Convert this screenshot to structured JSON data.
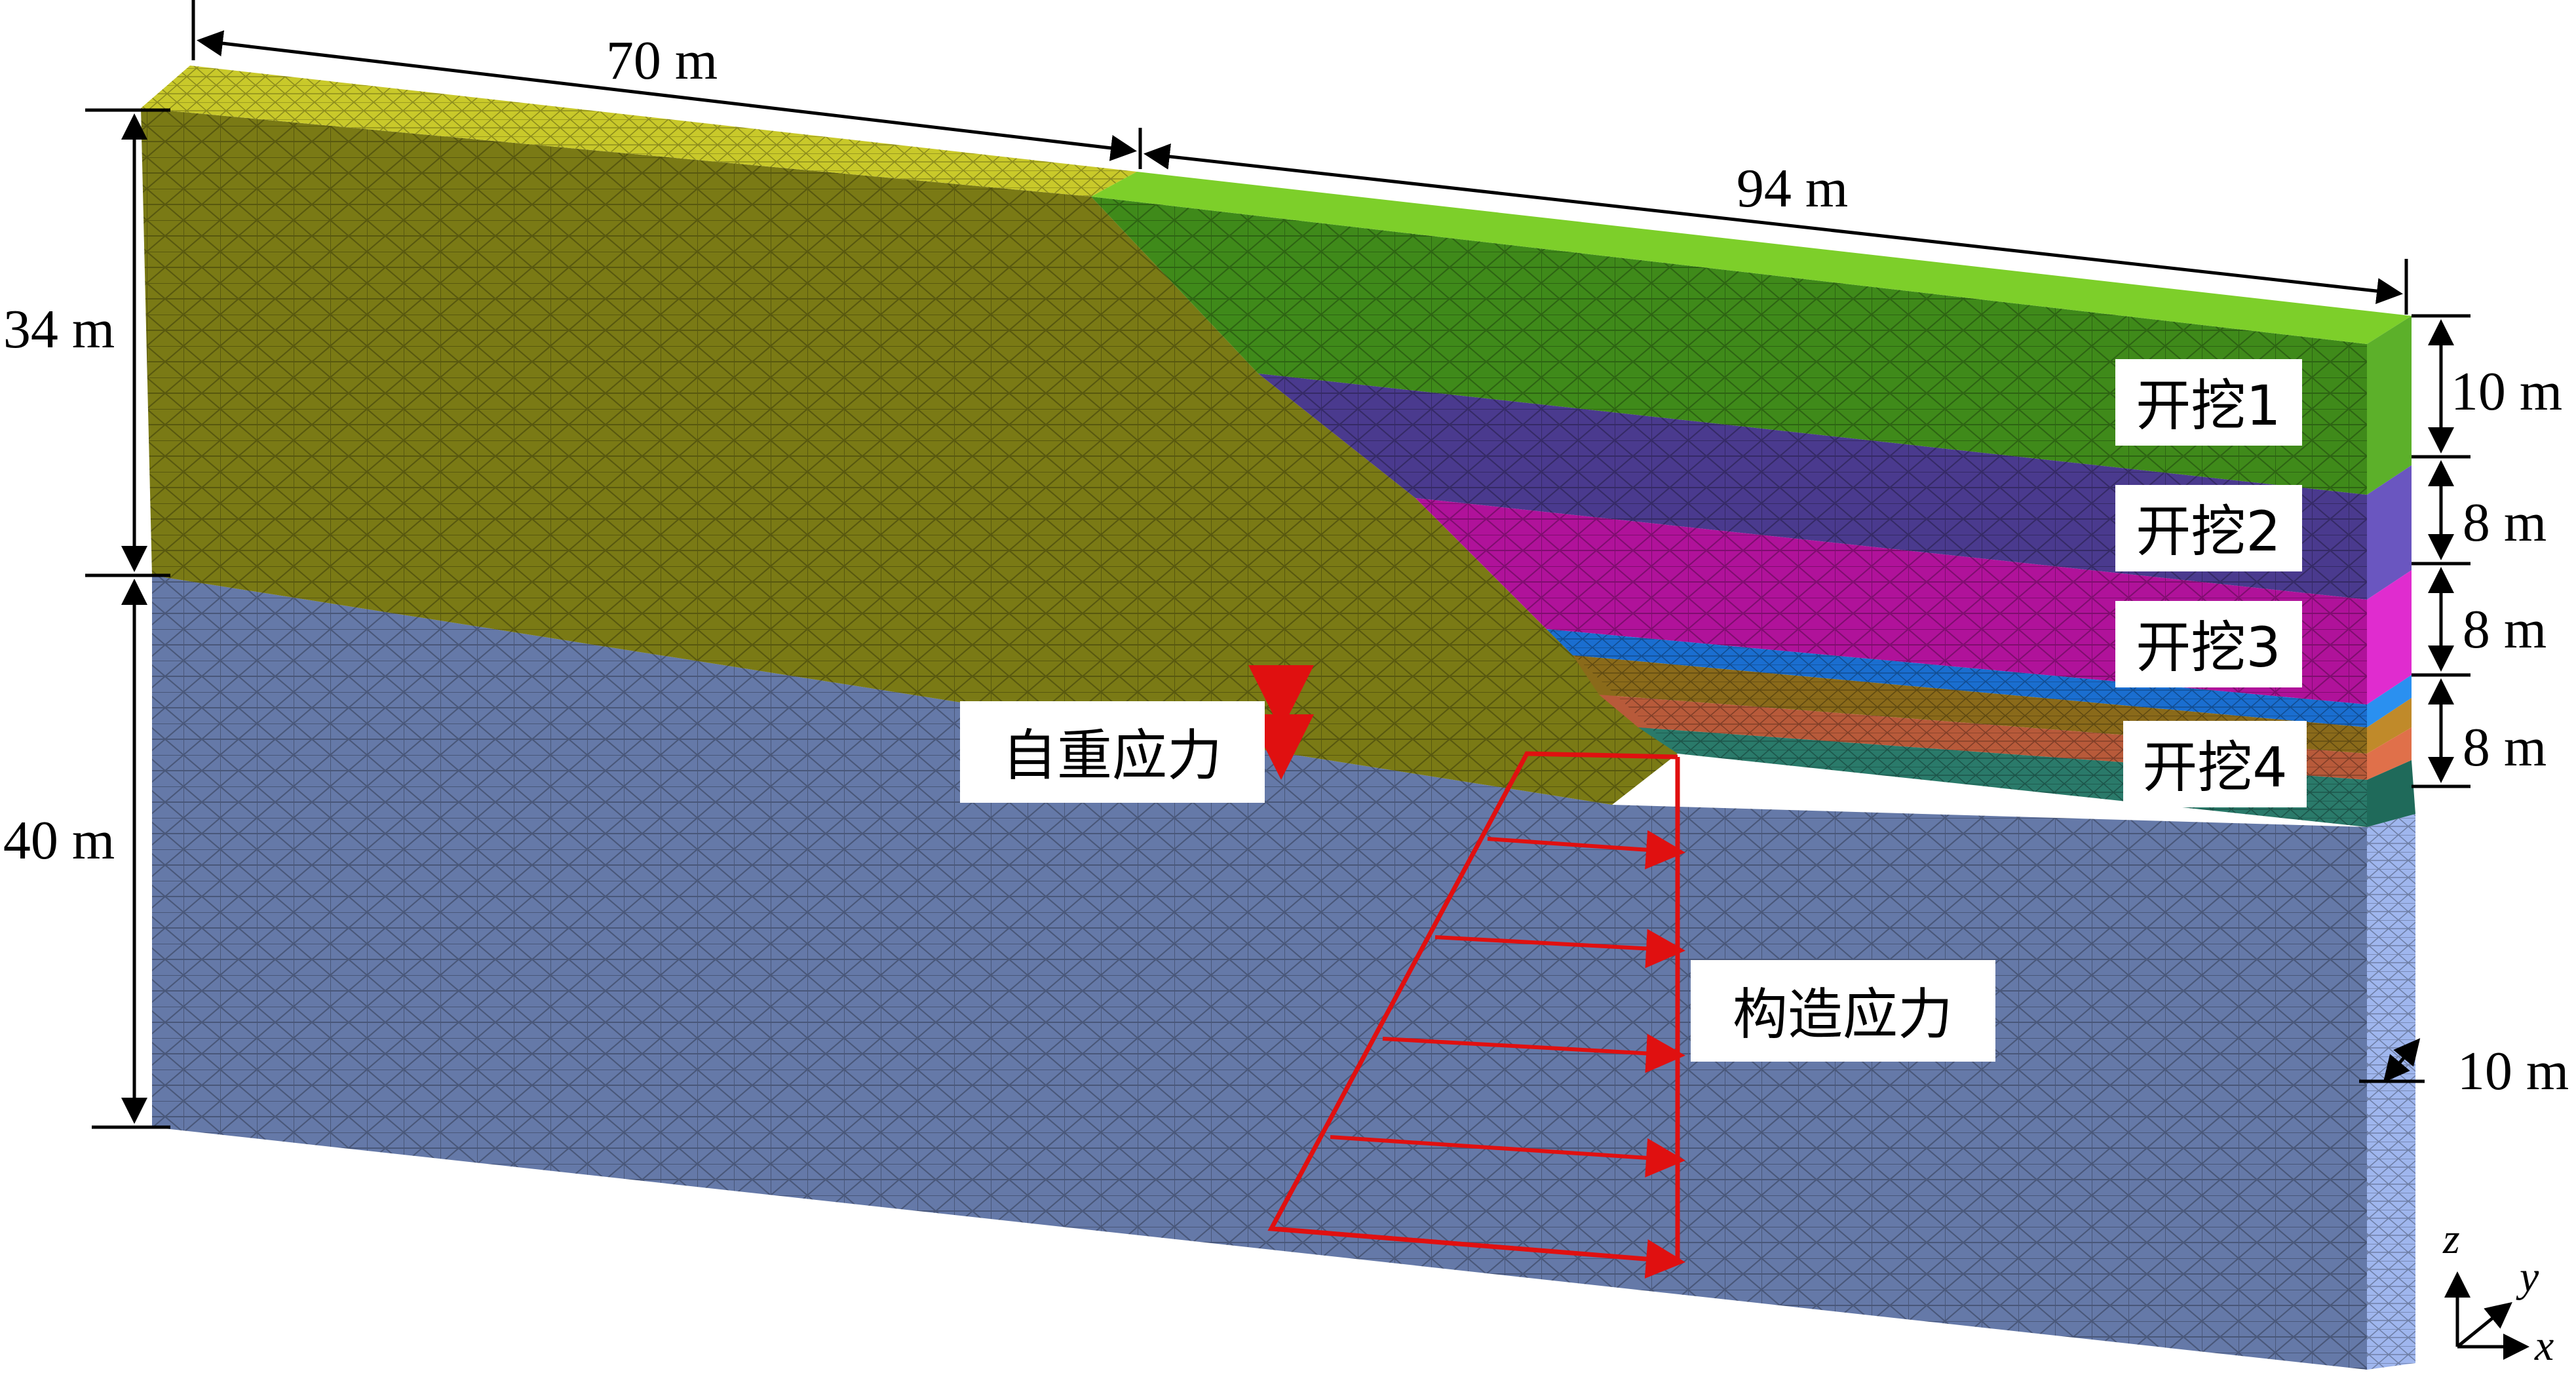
{
  "dimensions": {
    "top_left": "70 m",
    "top_right": "94 m",
    "height_upper": "34 m",
    "height_lower": "40 m",
    "layer1": "10 m",
    "layer2": "8 m",
    "layer3": "8 m",
    "layer4": "8 m",
    "depth": "10 m"
  },
  "excavation_labels": [
    "开挖1",
    "开挖2",
    "开挖3",
    "开挖4"
  ],
  "loads": {
    "self_weight": "自重应力",
    "tectonic": "构造应力"
  },
  "axes": {
    "z": "z",
    "y": "y",
    "x": "x"
  },
  "colors": {
    "upper_layer": "#7a7a15",
    "upper_top": "#c9c92a",
    "bedrock": "#6579a8",
    "bedrock_side": "#9fb6ee",
    "excavation1": "#3f8a1a",
    "excavation2": "#4a3a8e",
    "excavation3": "#b0129a",
    "excavation4": "#2a7a6a",
    "load_arrows": "#e01010"
  }
}
